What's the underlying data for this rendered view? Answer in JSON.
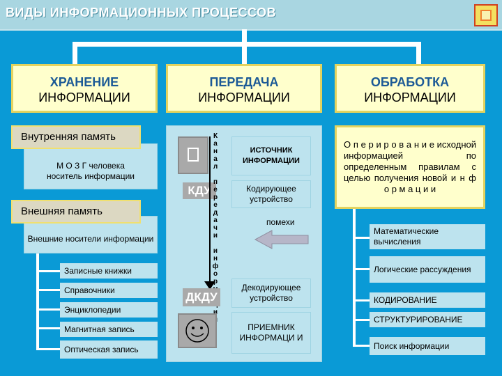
{
  "title": "ВИДЫ  ИНФОРМАЦИОННЫХ  ПРОЦЕССОВ",
  "columns": {
    "storage": {
      "line1": "ХРАНЕНИЕ",
      "line2": "ИНФОРМАЦИИ"
    },
    "transfer": {
      "line1": "ПЕРЕДАЧА",
      "line2": "ИНФОРМАЦИИ"
    },
    "processing": {
      "line1": "ОБРАБОТКА",
      "line2": "ИНФОРМАЦИИ"
    }
  },
  "storage": {
    "internal_tab": "Внутренняя  память",
    "internal_desc_1": "М О З Г  человека",
    "internal_desc_2": "носитель  информации",
    "external_tab": "Внешняя  память",
    "external_desc": "Внешние  носители информации",
    "items": [
      "Записные  книжки",
      "Справочники",
      "Энциклопедии",
      "Магнитная  запись",
      "Оптическая запись"
    ]
  },
  "transfer": {
    "source": "ИСТОЧНИК ИНФОРМАЦИИ",
    "encoder_abbr": "КДУ",
    "encoder": "Кодирующее устройство",
    "noise": "помехи",
    "decoder_abbr": "ДКДУ",
    "decoder": "Декодирующее устройство",
    "receiver": "ПРИЕМНИК ИНФОРМАЦИ И",
    "channel_letters": [
      "К",
      "а",
      "н",
      "а",
      "л",
      " ",
      "п",
      "е",
      "р",
      "е",
      "д",
      "а",
      "ч",
      "и",
      " ",
      "и",
      "н",
      "ф",
      "о",
      "р",
      "м",
      "а",
      "ц",
      "и",
      "и"
    ]
  },
  "processing": {
    "desc": "О п е р и р о в а н и е  исходной  информацией  по  определенным  правилам  с  целью  получения  новой  и н ф о р м а ц и и",
    "items": [
      "Математические вычисления",
      "Логические рассуждения",
      "КОДИРОВАНИЕ",
      "СТРУКТУРИРОВАНИЕ",
      "Поиск  информации"
    ]
  },
  "colors": {
    "background": "#0a9ad6",
    "header_box": "#ffffcc",
    "pale_box": "#bde3ee",
    "title_text": "#1c5a96"
  }
}
